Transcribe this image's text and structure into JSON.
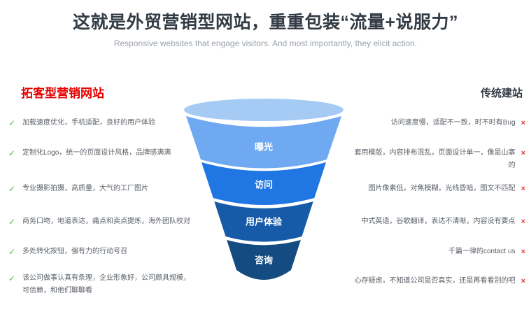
{
  "page": {
    "title": "这就是外贸营销型网站，重重包装“流量+说服力”",
    "subtitle": "Responsive websites that engage visitors. And most importantly, they elicit action."
  },
  "left_column": {
    "heading": "拓客型营销网站",
    "items": [
      "加载速度优化，手机适配，良好的用户体验",
      "定制化Logo，统一的页面设计风格，品牌感满满",
      "专业摄影拍摄，高质量，大气的工厂图片",
      "商务口吻，地道表达，痛点和卖点提炼，海外团队校对",
      "多处转化按钮，强有力的行动号召",
      "该公司做事认真有条理，企业形象好，公司颇具规模，可信赖，和他们聊聊看"
    ]
  },
  "right_column": {
    "heading": "传统建站",
    "items": [
      "访问速度慢，适配不一致，时不时有Bug",
      "套用模版，内容排布混乱，页面设计单一，像是山寨的",
      "图片像素低，对焦模糊，光线昏暗，图文不匹配",
      "中式英语，谷歌翻译，表达不清晰，内容没有要点",
      "千篇一律的contact us",
      "心存疑虑，不知道公司是否真实，还是再看看别的吧"
    ]
  },
  "icons": {
    "check": "✓",
    "cross": "×"
  },
  "colors": {
    "left_heading_red": "#e60000",
    "check_green": "#55b94e",
    "cross_red": "#e03a3a",
    "title_dark": "#333b45",
    "item_gray": "#5b6168"
  },
  "funnel": {
    "top_color": "#a5cbf5",
    "levels": [
      {
        "label": "曝光",
        "color": "#6ea9f2"
      },
      {
        "label": "访问",
        "color": "#2076e2"
      },
      {
        "label": "用户体验",
        "color": "#175aa8"
      },
      {
        "label": "咨询",
        "color": "#144b80"
      }
    ]
  }
}
